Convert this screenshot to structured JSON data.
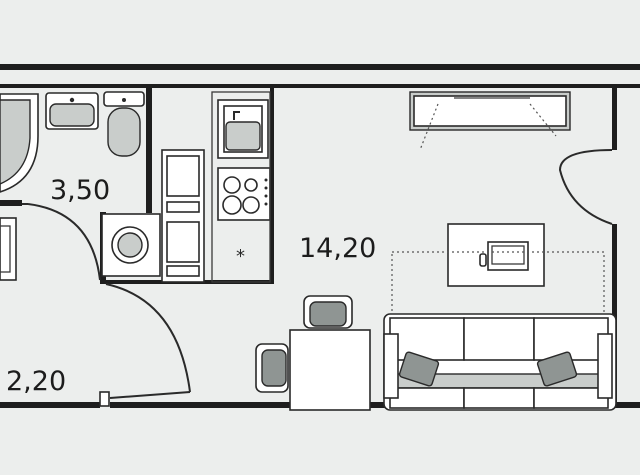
{
  "rooms": [
    {
      "id": "bathroom",
      "area": "3,50"
    },
    {
      "id": "living",
      "area": "14,20"
    },
    {
      "id": "hallway",
      "area": "2,20"
    }
  ],
  "colors": {
    "background": "#eceeed",
    "wall": "#1e1e1e",
    "fixture_fill": "#ffffff",
    "furniture_dark": "#8f9593",
    "furniture_light": "#c9cdcb"
  },
  "icons": [
    "bathtub-icon",
    "sink-icon",
    "toilet-icon",
    "washing-machine-icon",
    "fridge-icon",
    "kitchen-sink-icon",
    "cooktop-icon",
    "tv-icon",
    "laptop-icon",
    "sofa-icon",
    "chair-icon",
    "table-icon",
    "door-icon",
    "balcony-door-icon"
  ]
}
